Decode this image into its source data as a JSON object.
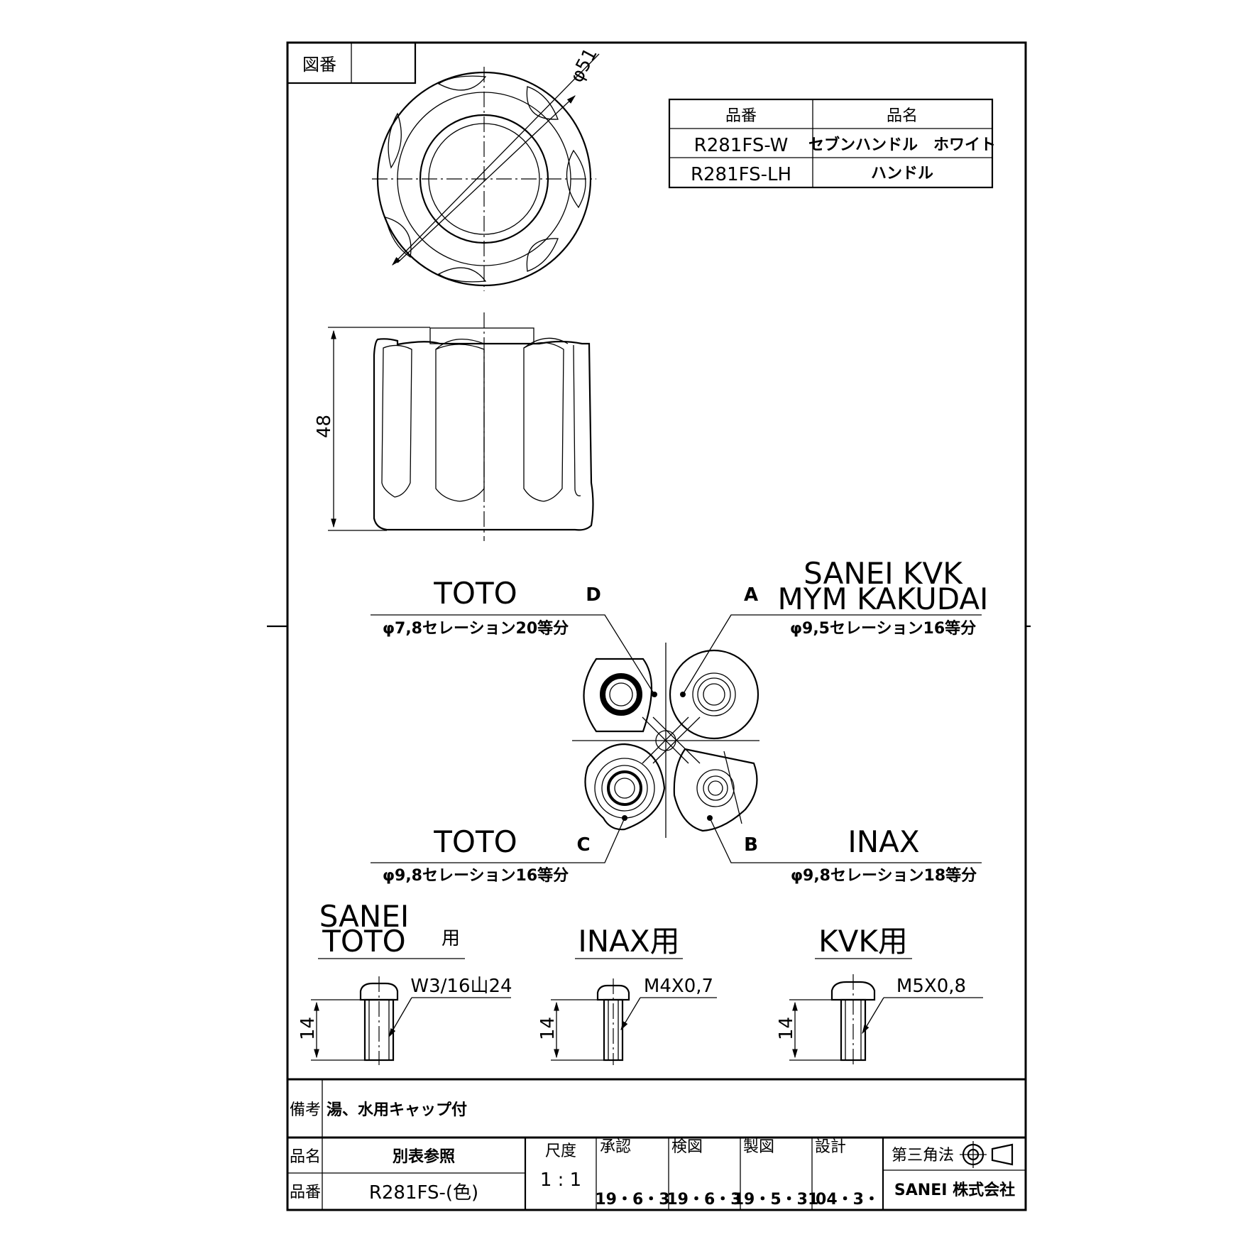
{
  "drawing_no": {
    "label": "図番",
    "value": ""
  },
  "parts_table": {
    "headers": {
      "code": "品番",
      "name": "品名"
    },
    "rows": [
      {
        "code": "R281FS-W",
        "name": "セブンハンドル　ホワイト"
      },
      {
        "code": "R281FS-LH",
        "name": "ハンドル"
      }
    ]
  },
  "dimensions": {
    "diameter": "φ51",
    "height": "48"
  },
  "adapters": {
    "A": {
      "letter": "A",
      "makers1": "SANEI KVK",
      "makers2": "MYM KAKUDAI",
      "spec": "φ9,5セレーション16等分"
    },
    "B": {
      "letter": "B",
      "makers": "INAX",
      "spec": "φ9,8セレーション18等分"
    },
    "C": {
      "letter": "C",
      "makers": "TOTO",
      "spec": "φ9,8セレーション16等分"
    },
    "D": {
      "letter": "D",
      "makers": "TOTO",
      "spec": "φ7,8セレーション20等分"
    }
  },
  "screws": [
    {
      "title1": "SANEI",
      "title2": "TOTO",
      "suffix": "用",
      "thread": "W3/16山24",
      "length": "14"
    },
    {
      "title": "INAX用",
      "thread": "M4X0,7",
      "length": "14"
    },
    {
      "title": "KVK用",
      "thread": "M5X0,8",
      "length": "14"
    }
  ],
  "title_block": {
    "remarks_label": "備考",
    "remarks": "湯、水用キャップ付",
    "name_label": "品名",
    "name": "別表参照",
    "code_label": "品番",
    "code": "R281FS-(色)",
    "scale_label": "尺度",
    "scale": "1 : 1",
    "approved": {
      "label": "承認",
      "date": "19・6・3"
    },
    "checked": {
      "label": "検図",
      "date": "19・6・3"
    },
    "drawn": {
      "label": "製図",
      "date": "19・5・31"
    },
    "designed": {
      "label": "設計",
      "date": "04・3・"
    },
    "projection": "第三角法",
    "company": "SANEI 株式会社"
  }
}
